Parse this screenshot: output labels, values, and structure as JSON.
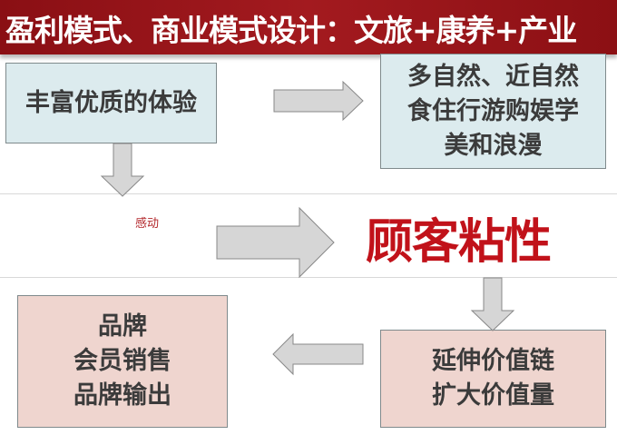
{
  "title": "盈利模式、商业模式设计：文旅+康养+产业",
  "boxes": {
    "experience": "丰富优质的体验",
    "nature": [
      "多自然、近自然",
      "食住行游购娱学",
      "美和浪漫"
    ],
    "value_chain": [
      "延伸价值链",
      "扩大价值量"
    ],
    "brand": [
      "品牌",
      "会员销售",
      "品牌输出"
    ]
  },
  "touch_label": "感动",
  "customer_stickiness": "顾客粘性",
  "colors": {
    "title_bg": "#9b161b",
    "blue_box": "#dcebee",
    "pink_box": "#efd5cf",
    "accent_red": "#c1121a",
    "arrow_fill": "#d6d6d6"
  }
}
